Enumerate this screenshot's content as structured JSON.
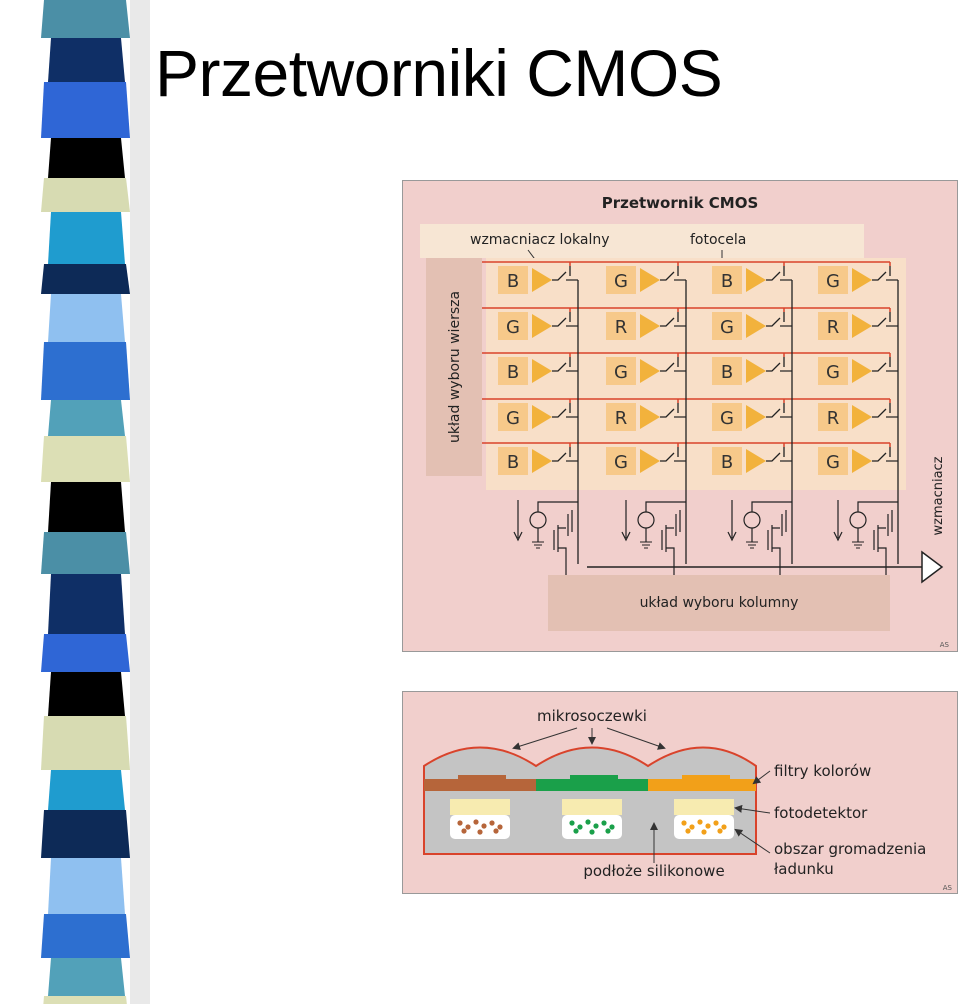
{
  "page": {
    "title": "Przetworniki CMOS"
  },
  "sensor_diagram": {
    "title": "Przetwornik CMOS",
    "label_amplifier_local": "wzmacniacz lokalny",
    "label_photocell": "fotocela",
    "label_row_select": "układ wyboru wiersza",
    "label_column_select": "układ wyboru kolumny",
    "label_amplifier": "wzmacniacz",
    "credit": "AS",
    "pixel_grid": [
      [
        "B",
        "G",
        "B",
        "G"
      ],
      [
        "G",
        "R",
        "G",
        "R"
      ],
      [
        "B",
        "G",
        "B",
        "G"
      ],
      [
        "G",
        "R",
        "G",
        "R"
      ],
      [
        "B",
        "G",
        "B",
        "G"
      ]
    ]
  },
  "cross_section": {
    "label_microlenses": "mikrosoczewki",
    "label_color_filters": "filtry kolorów",
    "label_photodetector": "fotodetektor",
    "label_charge_area": "obszar gromadzenia ładunku",
    "label_charge_area_line1": "obszar gromadzenia",
    "label_charge_area_line2": "ładunku",
    "label_substrate": "podłoże silikonowe",
    "credit": "AS"
  },
  "colors": {
    "panel_bg": "#f1cfcc",
    "amplifier": "#f2b23c",
    "wire_red": "#d9432b",
    "filter_brown": "#b6653a",
    "filter_green": "#1aa04a",
    "filter_orange": "#f2a019"
  },
  "icons": [
    "amplifier-triangle-icon",
    "switch-icon",
    "current-source-icon",
    "transistor-icon",
    "ground-icon"
  ]
}
